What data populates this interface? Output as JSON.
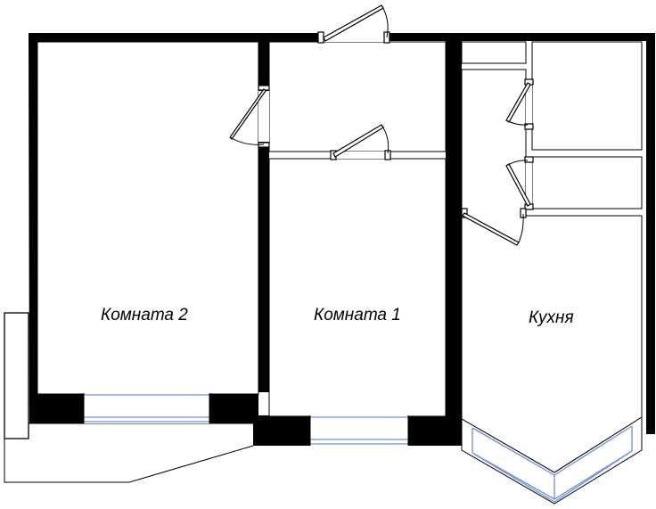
{
  "rooms": [
    {
      "id": "room-2",
      "label": "Комната 2"
    },
    {
      "id": "room-1",
      "label": "Комната 1"
    },
    {
      "id": "kitchen",
      "label": "Кухня"
    }
  ],
  "colors": {
    "walls": "#000000",
    "windows": "#6f8fd8",
    "background": "#ffffff"
  }
}
